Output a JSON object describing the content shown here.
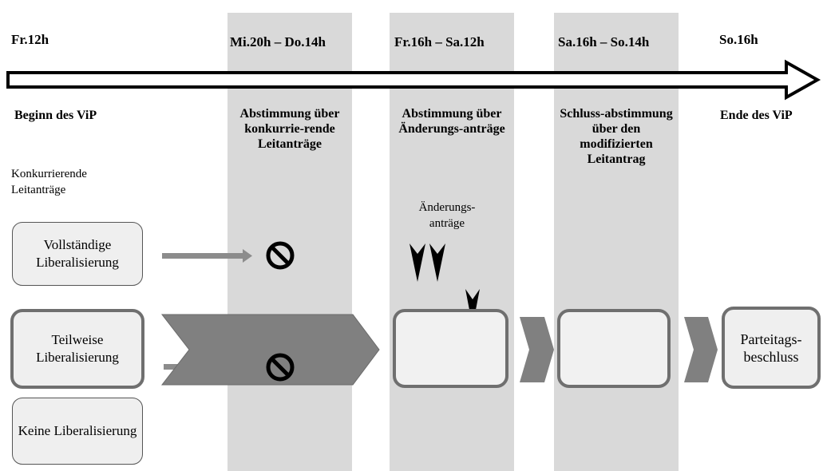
{
  "timeline": {
    "times": [
      "Fr.12h",
      "Mi.20h – Do.14h",
      "Fr.16h – Sa.12h",
      "Sa.16h – So.14h",
      "So.16h"
    ],
    "start_label": "Beginn des ViP",
    "end_label": "Ende des ViP"
  },
  "phases": [
    "Abstimmung über konkurrie-rende Leitanträge",
    "Abstimmung über Änderungs-anträge",
    "Schluss-abstimmung über den modifizierten Leitantrag"
  ],
  "notes": {
    "competing": "Konkurrierende Leitanträge",
    "amendments": "Änderungs-anträge"
  },
  "motions": {
    "full": "Vollständige Liberalisierung",
    "partial": "Teilweise Liberalisierung",
    "none": "Keine Liberalisierung"
  },
  "result": "Parteitags-beschluss",
  "icons": {
    "rejected": "prohibited-icon",
    "amendment": "arrowhead-icon"
  },
  "colors": {
    "band": "#d9d9d9",
    "box_fill": "#efefef",
    "chevron": "#808080",
    "thick_border": "#6f6f6f"
  }
}
